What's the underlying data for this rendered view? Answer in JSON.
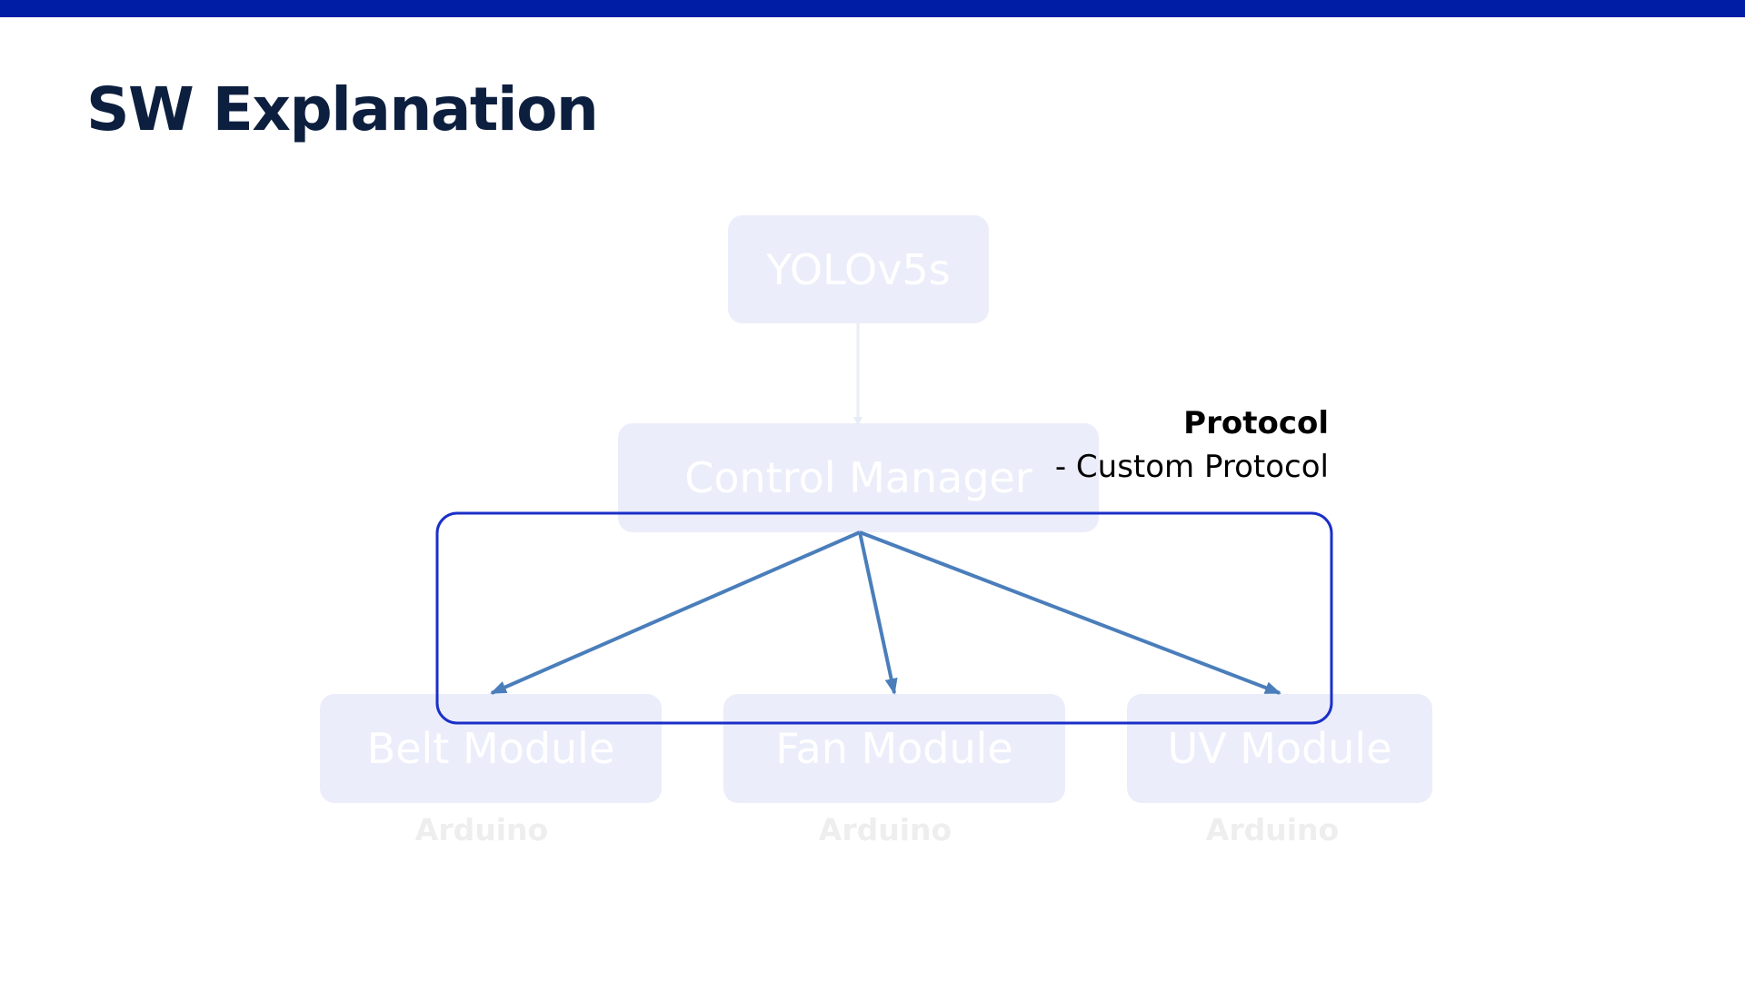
{
  "slide": {
    "title": "SW Explanation",
    "accent_color": "#001ea5"
  },
  "diagram": {
    "nodes": {
      "yolo": "YOLOv5s",
      "control_manager": "Control Manager",
      "belt_module": "Belt Module",
      "fan_module": "Fan Module",
      "uv_module": "UV Module"
    },
    "sub_labels": {
      "belt": "Arduino",
      "fan": "Arduino",
      "uv": "Arduino"
    },
    "protocol": {
      "title": "Protocol",
      "item": "-  Custom Protocol"
    },
    "colors": {
      "node_fill": "#ebedfa",
      "arrow": "#4a7ebb",
      "highlight_box": "#1a2fc8"
    }
  }
}
